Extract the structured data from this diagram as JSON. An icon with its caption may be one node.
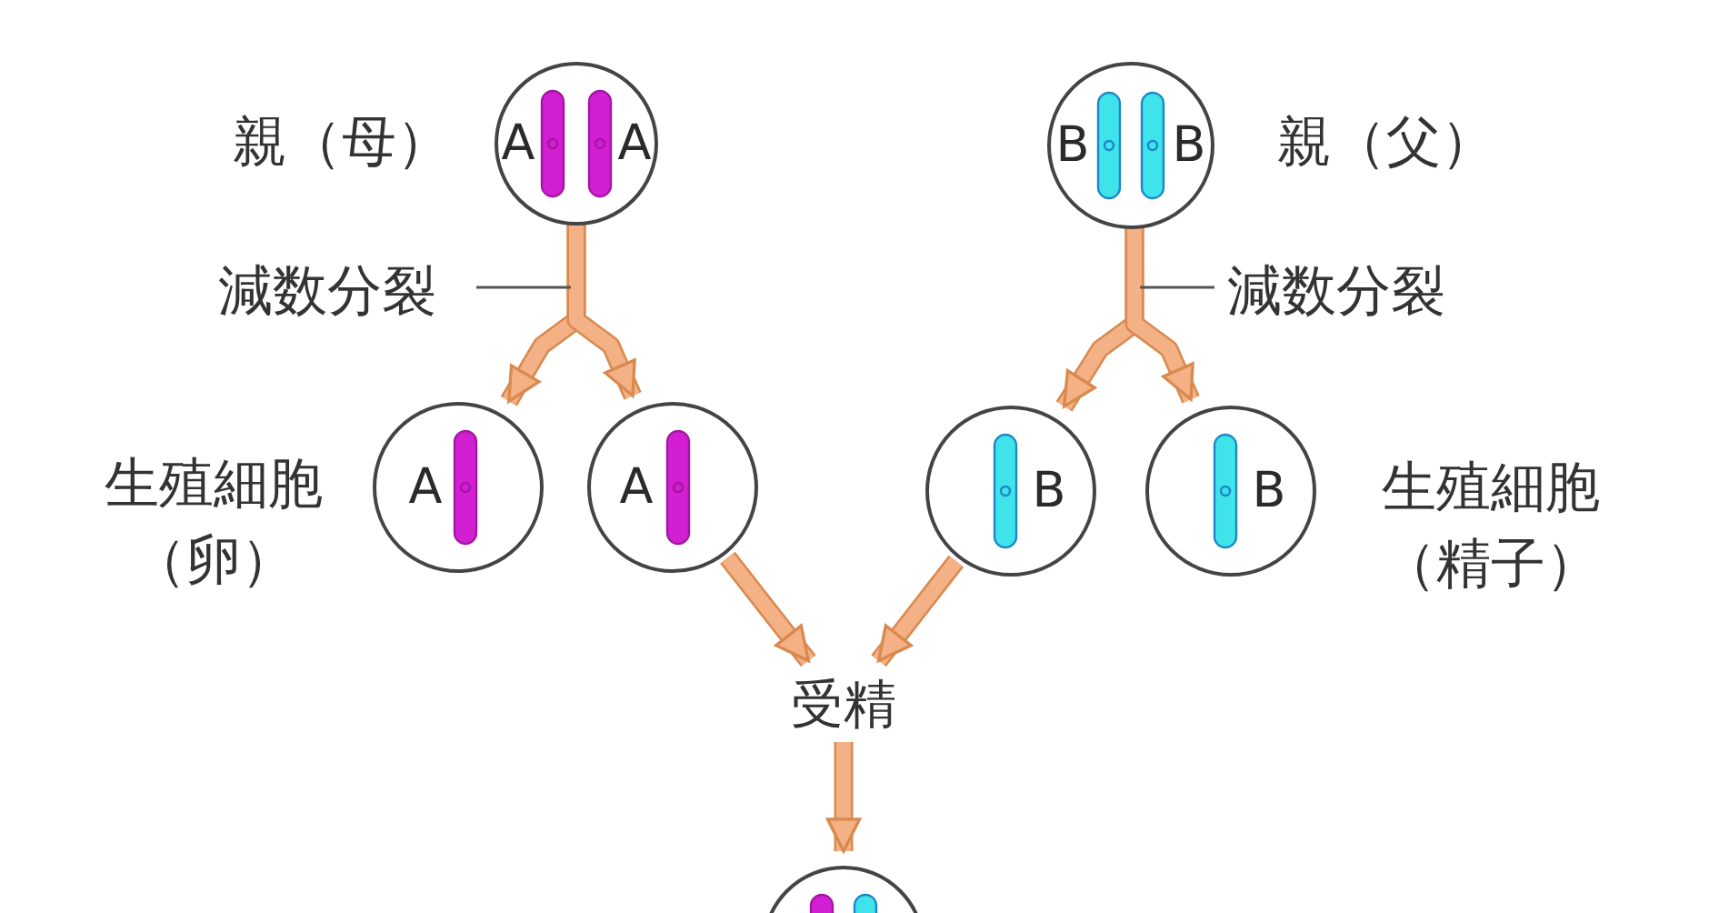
{
  "diagram": {
    "nodes": [
      {
        "text": [
          "A",
          "A"
        ],
        "beside": [
          "親（母）"
        ]
      },
      {
        "text": [
          "B",
          "B"
        ],
        "beside": [
          "親（父）"
        ]
      },
      {
        "text": [
          "A"
        ],
        "beside": [
          "生殖細胞（卵）"
        ]
      },
      {
        "text": [
          "A"
        ]
      },
      {
        "text": [
          "B"
        ]
      },
      {
        "text": [
          "B"
        ],
        "beside": [
          "生殖細胞（精子）"
        ]
      },
      {
        "text": [
          "受精"
        ]
      },
      {
        "text": [],
        "shape": "circle"
      }
    ],
    "edges": [
      {
        "from": 0,
        "to": 2,
        "arrow": "to",
        "label": "減数分裂"
      },
      {
        "from": 0,
        "to": 3,
        "arrow": "to"
      },
      {
        "from": 1,
        "to": 4,
        "arrow": "to",
        "label": "減数分裂"
      },
      {
        "from": 1,
        "to": 5,
        "arrow": "to"
      },
      {
        "from": 3,
        "to": 6,
        "arrow": "to"
      },
      {
        "from": 4,
        "to": 6,
        "arrow": "to"
      },
      {
        "from": 6,
        "to": 7,
        "arrow": "to"
      }
    ]
  }
}
